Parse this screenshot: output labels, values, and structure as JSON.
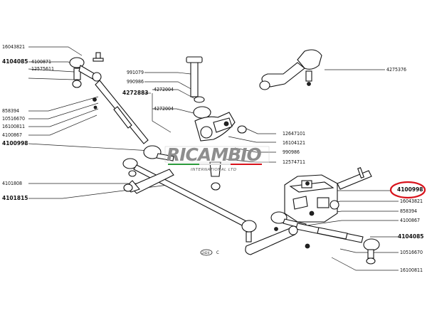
{
  "watermark": {
    "brand": "RICAMBIO",
    "tagline": "INTERNATIONAL LTD"
  },
  "highlight_color": "#d8121b",
  "figure_code": "2424",
  "figure_letter": "C",
  "labels": {
    "l_16043821_top": "16043821",
    "l_4104085_left": "4104085",
    "l_4100871": "4100871",
    "l_12575611": "12575611",
    "l_858394_left": "858394",
    "l_10516670_left": "10516670",
    "l_16100811_left": "16100811",
    "l_4100867_left": "4100867",
    "l_4100998_left": "4100998",
    "l_4101808": "4101808",
    "l_4101815": "4101815",
    "l_991079": "991079",
    "l_990986_top": "990986",
    "l_4272883": "4272883",
    "l_4272004_a": "4272004",
    "l_4272004_b": "4272004",
    "l_4275376": "4275376",
    "l_12647101": "12647101",
    "l_16104121": "16104121",
    "l_990986_mid": "990986",
    "l_12574711": "12574711",
    "l_4100998_right": "4100998",
    "l_16043821_right": "16043821",
    "l_858394_right": "858394",
    "l_4100867_right": "4100867",
    "l_4104085_right": "4104085",
    "l_10516670_right": "10516670",
    "l_16100811_right": "16100811"
  }
}
